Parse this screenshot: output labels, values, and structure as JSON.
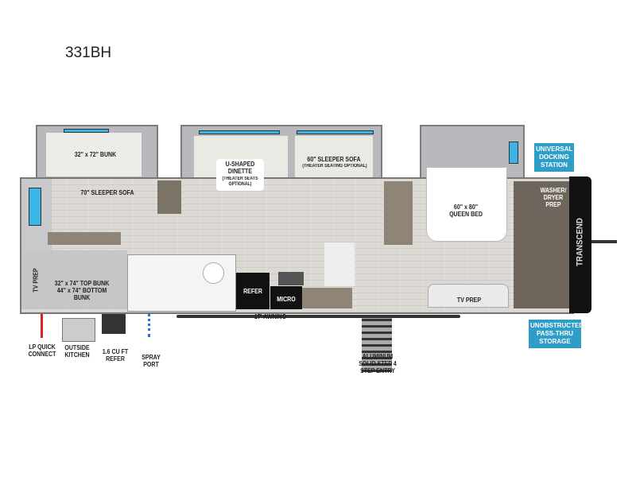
{
  "model": "331BH",
  "brand_logo": "TRANSCEND",
  "accent_color": "#2e9ec9",
  "labels": {
    "bunk_slide": "32\" x 72\" BUNK",
    "sleeper_sofa_70": "70\" SLEEPER SOFA",
    "dinette": "U-SHAPED DINETTE",
    "dinette_note": "(THEATER SEATS OPTIONAL)",
    "sleeper_sofa_60": "60\" SLEEPER SOFA",
    "sleeper_sofa_60_note": "(THEATER SEATING OPTIONAL)",
    "queen_bed": "60\" x 80\" QUEEN BED",
    "washer_dryer": "WASHER/ DRYER PREP",
    "tv_prep_rear": "TV PREP",
    "tv_prep_front": "TV PREP",
    "bunks": "32\" x 74\" TOP BUNK 44\" x 74\" BOTTOM BUNK",
    "refer": "REFER",
    "micro": "MICRO",
    "awning": "17' AWNING",
    "lp": "LP QUICK CONNECT",
    "outside_kitchen": "OUTSIDE KITCHEN",
    "mini_refer": "1.6 CU FT REFER",
    "spray_port": "SPRAY PORT",
    "step": "ALUMINUM SOLID STEP 4 STEP ENTRY"
  },
  "callouts": {
    "docking": "UNIVERSAL DOCKING STATION",
    "storage": "UNOBSTRUCTED PASS-THRU STORAGE"
  }
}
